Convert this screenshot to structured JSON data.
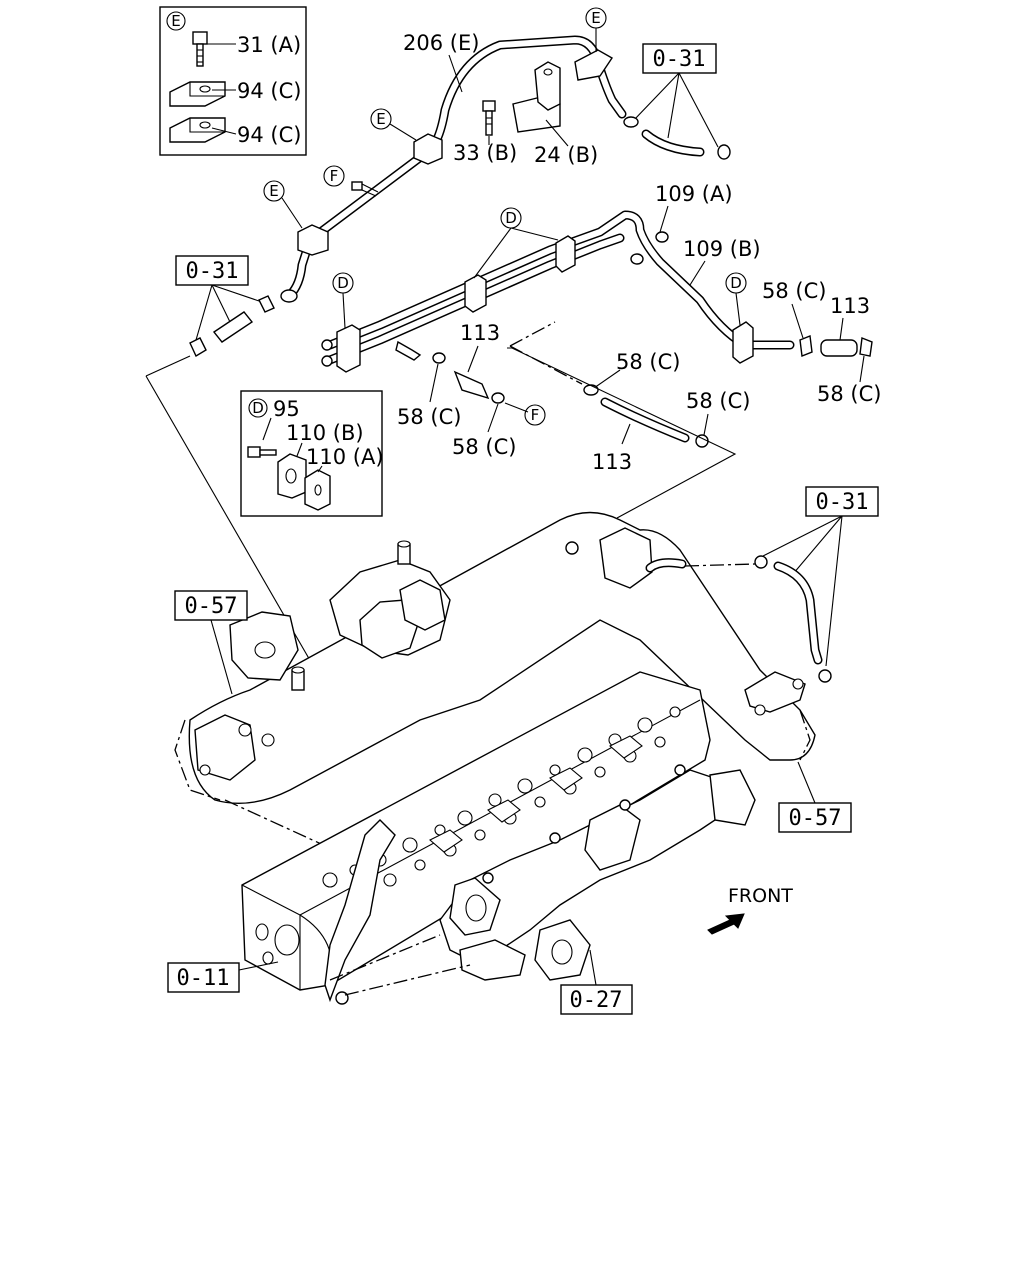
{
  "labels": {
    "inset_e_bolt": "31 (A)",
    "inset_e_clamp_top": "94 (C)",
    "inset_e_clamp_bottom": "94 (C)",
    "pipe_206e": "206 (E)",
    "bolt_33b": "33 (B)",
    "bracket_24b": "24 (B)",
    "part_109a": "109 (A)",
    "part_109b": "109 (B)",
    "clip_58c_right_top": "58 (C)",
    "hose_113_right": "113",
    "clip_58c_right_bottom": "58 (C)",
    "hose_113_mid": "113",
    "clip_58c_mid_top": "58 (C)",
    "clip_58c_mid_left": "58 (C)",
    "clip_58c_mid_bottom": "58 (C)",
    "clip_58c_lower_right": "58 (C)",
    "hose_113_lower": "113",
    "inset_d_95": "95",
    "inset_d_110b": "110 (B)",
    "inset_d_110a": "110 (A)",
    "front": "FRONT"
  },
  "refs": {
    "r031_top": "0-31",
    "r031_left": "0-31",
    "r031_right": "0-31",
    "r057_left": "0-57",
    "r057_right": "0-57",
    "r011": "0-11",
    "r027": "0-27"
  },
  "circles": {
    "e_inset": "E",
    "e_top_right": "E",
    "e_mid": "E",
    "e_left": "E",
    "f_top": "F",
    "f_lower": "F",
    "d_top": "D",
    "d_left": "D",
    "d_right": "D",
    "d_inset": "D"
  }
}
